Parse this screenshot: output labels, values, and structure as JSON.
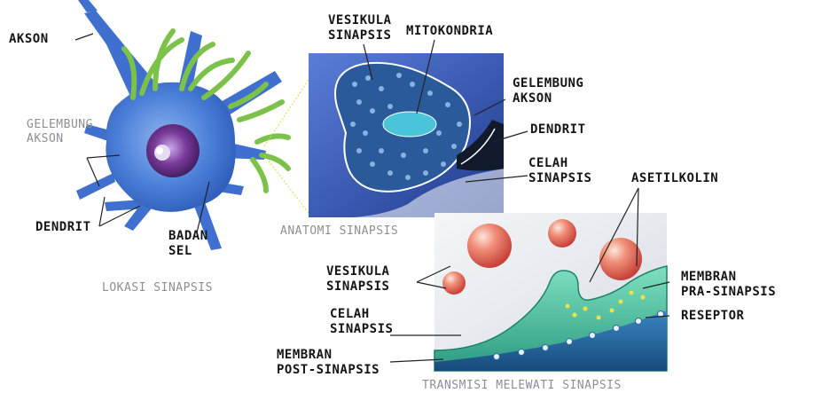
{
  "neuron": {
    "akson": "AKSON",
    "gelembung_akson": [
      "GELEMBUNG",
      "AKSON"
    ],
    "dendrit": "DENDRIT",
    "badan_sel": [
      "BADAN",
      "SEL"
    ],
    "caption": "LOKASI SINAPSIS"
  },
  "anatomy": {
    "vesikula_sinapsis": [
      "VESIKULA",
      "SINAPSIS"
    ],
    "mitokondria": "MITOKONDRIA",
    "gelembung_akson": [
      "GELEMBUNG",
      "AKSON"
    ],
    "dendrit": "DENDRIT",
    "celah_sinapsis": [
      "CELAH",
      "SINAPSIS"
    ],
    "caption": "ANATOMI SINAPSIS"
  },
  "transmission": {
    "asetilkolin": "ASETILKOLIN",
    "vesikula_sinapsis": [
      "VESIKULA",
      "SINAPSIS"
    ],
    "membran_pra": [
      "MEMBRAN",
      "PRA-SINAPSIS"
    ],
    "reseptor": "RESEPTOR",
    "celah_sinapsis": [
      "CELAH",
      "SINAPSIS"
    ],
    "membran_post": [
      "MEMBRAN",
      "POST-SINAPSIS"
    ],
    "caption": "TRANSMISI MELEWATI SINAPSIS"
  },
  "colors": {
    "neuron_body": "#4a7fd8",
    "dendrite_green": "#7cc24a",
    "nucleus": "#7a3a9a",
    "anatomy_bg": "#3a58b8",
    "sphere": "#e0584a",
    "membrane_green": "#3bb59a",
    "post_membrane": "#1e5a8a"
  }
}
